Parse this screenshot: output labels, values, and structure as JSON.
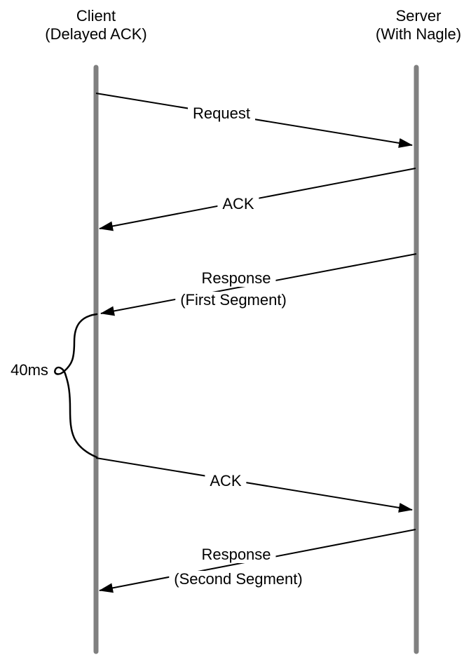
{
  "diagram": {
    "title_hint": "TCP Delayed ACK and Nagle algorithm sequence diagram",
    "colors": {
      "lifeline": "#808080",
      "arrow": "#000000",
      "text": "#000000",
      "background": "#ffffff"
    },
    "participants": [
      {
        "id": "client",
        "name": "Client",
        "qualifier": "(Delayed ACK)"
      },
      {
        "id": "server",
        "name": "Server",
        "qualifier": "(With Nagle)"
      }
    ],
    "messages": [
      {
        "label": "Request",
        "from": "client",
        "to": "server"
      },
      {
        "label": "ACK",
        "from": "server",
        "to": "client"
      },
      {
        "label": "Response",
        "label2": "(First Segment)",
        "from": "server",
        "to": "client"
      },
      {
        "label": "ACK",
        "from": "client",
        "to": "server"
      },
      {
        "label": "Response",
        "label2": "(Second Segment)",
        "from": "server",
        "to": "client"
      }
    ],
    "annotation": {
      "label": "40ms"
    }
  }
}
